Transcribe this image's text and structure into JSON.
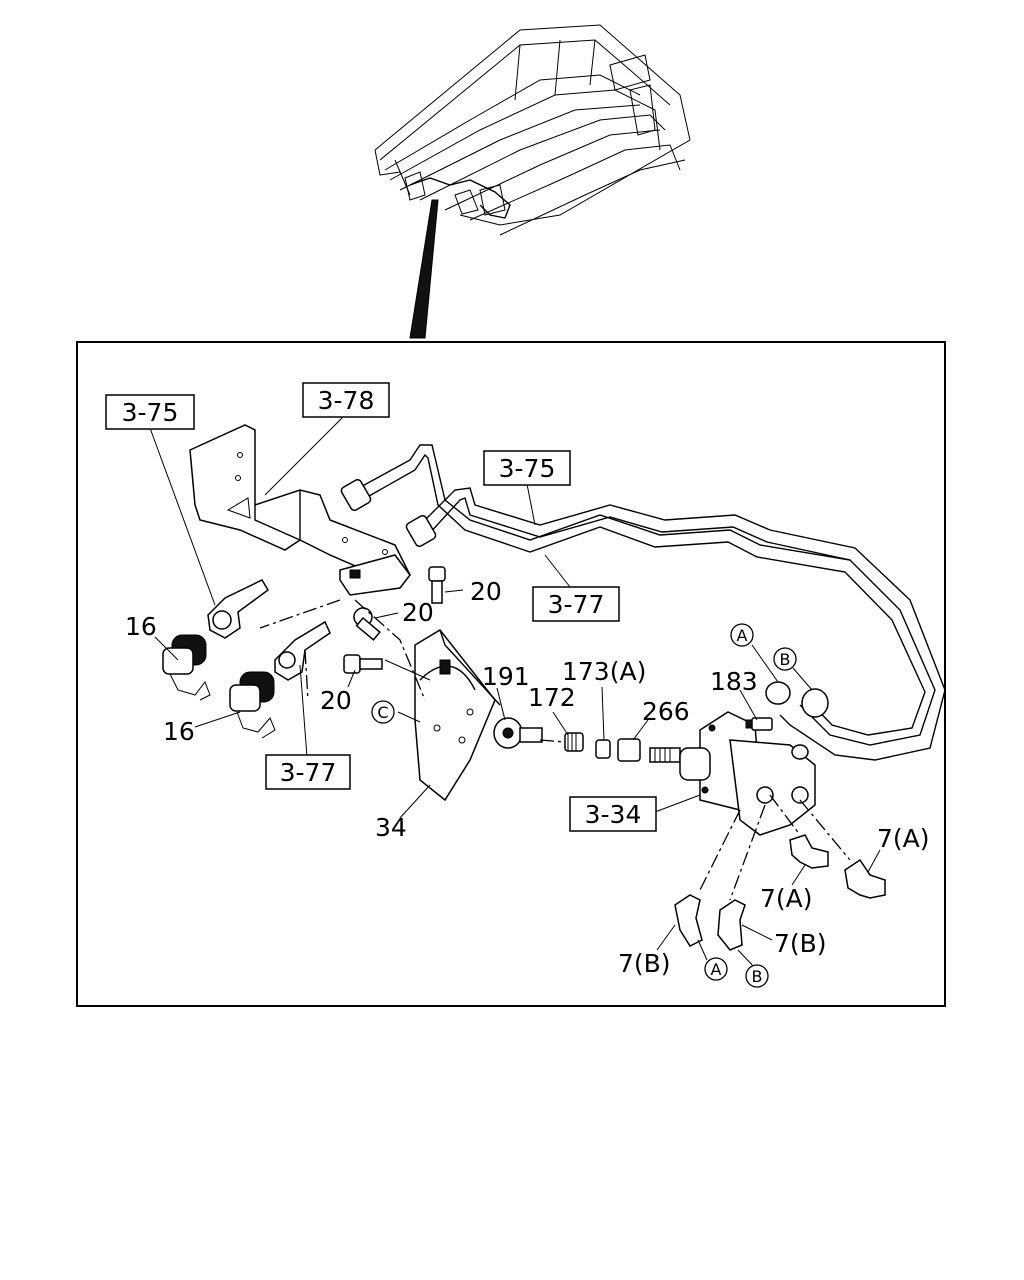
{
  "callouts": {
    "ref_3_75_left": "3-75",
    "ref_3_78": "3-78",
    "ref_3_75_mid": "3-75",
    "ref_3_77_mid": "3-77",
    "ref_3_77_bottom": "3-77",
    "ref_3_34": "3-34",
    "p16_top": "16",
    "p16_bottom": "16",
    "p20_a": "20",
    "p20_b": "20",
    "p20_c": "20",
    "p191": "191",
    "p172": "172",
    "p173a": "173(A)",
    "p266": "266",
    "p183": "183",
    "p34": "34",
    "p7a_right": "7(A)",
    "p7a_mid": "7(A)",
    "p7b_mid": "7(B)",
    "p7b_left": "7(B)"
  },
  "circle_markers": {
    "A_top": "A",
    "B_top": "B",
    "C": "C",
    "A_bottom": "A",
    "B_bottom": "B"
  }
}
